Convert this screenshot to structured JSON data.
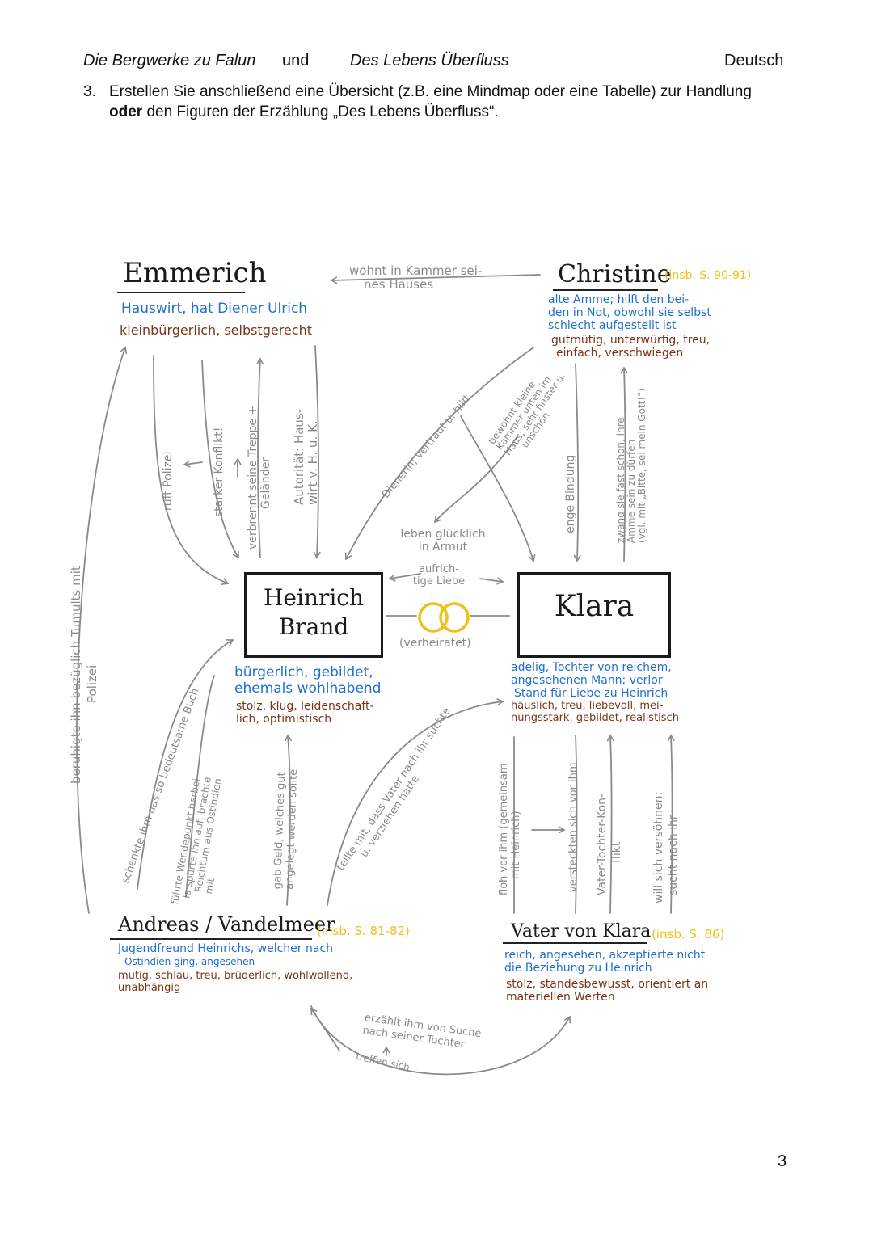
{
  "header": {
    "title_left": "Die Bergwerke zu Falun",
    "and": "und",
    "title_right": "Des Lebens Überfluss",
    "subject": "Deutsch"
  },
  "task": {
    "number": "3.",
    "line1": "Erstellen Sie anschließend eine Übersicht (z.B. eine Mindmap oder eine Tabelle) zur Handlung",
    "line2_bold": "oder",
    "line2_rest": " den Figuren der Erzählung „Des Lebens Überfluss“."
  },
  "mindmap": {
    "emmerich": {
      "name": "Emmerich",
      "desc_blue": "Hauswirt, hat Diener Ulrich",
      "desc_brown": "kleinbürgerlich, selbstgerecht"
    },
    "christine": {
      "name": "Christine",
      "ref": "(insb. S. 90-91)",
      "desc_blue_1": "alte Amme; hilft den bei-",
      "desc_blue_2": "den in Not, obwohl sie selbst",
      "desc_blue_3": "schlecht aufgestellt ist",
      "desc_brown_1": "gutmütig, unterwürfig, treu,",
      "desc_brown_2": "einfach, verschwiegen"
    },
    "heinrich": {
      "name_1": "Heinrich",
      "name_2": "Brand",
      "desc_blue_1": "bürgerlich, gebildet,",
      "desc_blue_2": "ehemals wohlhabend",
      "desc_brown_1": "stolz, klug, leidenschaft-",
      "desc_brown_2": "lich, optimistisch"
    },
    "klara": {
      "name": "Klara",
      "desc_blue_1": "adelig, Tochter von reichem,",
      "desc_blue_2": "angesehenen Mann; verlor",
      "desc_blue_3": "Stand für Liebe zu Heinrich",
      "desc_brown_1": "häuslich, treu, liebevoll, mei-",
      "desc_brown_2": "nungsstark, gebildet, realistisch"
    },
    "andreas": {
      "name": "Andreas / Vandelmeer",
      "ref": "(insb. S. 81-82)",
      "desc_blue_1": "Jugendfreund Heinrichs, welcher nach",
      "desc_blue_2": "Ostindien ging, angesehen",
      "desc_brown_1": "mutig, schlau, treu, brüderlich, wohlwollend,",
      "desc_brown_2": "unabhängig"
    },
    "vater": {
      "name": "Vater von Klara",
      "ref": "(insb. S. 86)",
      "desc_blue_1": "reich, angesehen, akzeptierte nicht",
      "desc_blue_2": "die Beziehung zu Heinrich",
      "desc_brown_1": "stolz, standesbewusst, orientiert an",
      "desc_brown_2": "materiellen Werten"
    },
    "relations": {
      "wohnt_1": "wohnt in Kammer sei-",
      "wohnt_2": "nes Hauses",
      "ruft_polizei": "ruft Polizei",
      "starker_konflikt": "starker Konflikt!",
      "verbrennt_1": "verbrennt seine Treppe +",
      "verbrennt_2": "Geländer",
      "autoritaet_1": "Autorität: Haus-",
      "autoritaet_2": "wirt v. H. u. K.",
      "dienerin": "Dienerin; vertraut u. hilft",
      "bewohnt_1": "bewohnt kleine",
      "bewohnt_2": "Kammer unten im",
      "bewohnt_3": "Haus; sehr finster u.",
      "bewohnt_4": "unschön",
      "enge_bindung": "enge Bindung",
      "zwang_1": "zwang sie fast schon, ihre",
      "zwang_2": "Amme sein zu dürfen",
      "zwang_3": "(vgl. mit „Bitte, sei mein Gott!“)",
      "leben_1": "leben glücklich",
      "leben_2": "in Armut",
      "aufrichtige_1": "aufrich-",
      "aufrichtige_2": "tige Liebe",
      "verheiratet": "(verheiratet)",
      "beruhigte_1": "beruhigte ihn bezüglich Tumults mit",
      "beruhigte_2": "Polizei",
      "schenkte": "schenkte ihm das so bedeutsame Buch",
      "wendepunkt_1": "führte Wendepunkt herbei",
      "wendepunkt_2": "la spürte ihn auf, brachte",
      "wendepunkt_3": "Reichtum aus Ostindien",
      "wendepunkt_4": "mit",
      "gab_geld_1": "gab Geld, welches gut",
      "gab_geld_2": "angelegt werden sollte",
      "teilte_1": "teilte mit, dass Vater nach ihr suchte",
      "teilte_2": "u. verziehen hatte",
      "floh_1": "floh vor ihm (gemeinsam",
      "floh_2": "mit Heinrich)",
      "versteckten": "versteckten sich vor ihm",
      "vater_tochter_1": "Vater-Tochter-Kon-",
      "vater_tochter_2": "flikt",
      "versoehnen_1": "will sich versöhnen;",
      "versoehnen_2": "sucht nach ihr",
      "erzaehlt_1": "erzählt ihm von Suche",
      "erzaehlt_2": "nach seiner Tochter",
      "treffen": "treffen sich"
    }
  },
  "page_number": "3",
  "colors": {
    "blue": "#1f6fd0",
    "brown": "#7a3519",
    "gray": "#8a8a8a",
    "yellow": "#f0c01a",
    "ink": "#1a1a1a"
  }
}
